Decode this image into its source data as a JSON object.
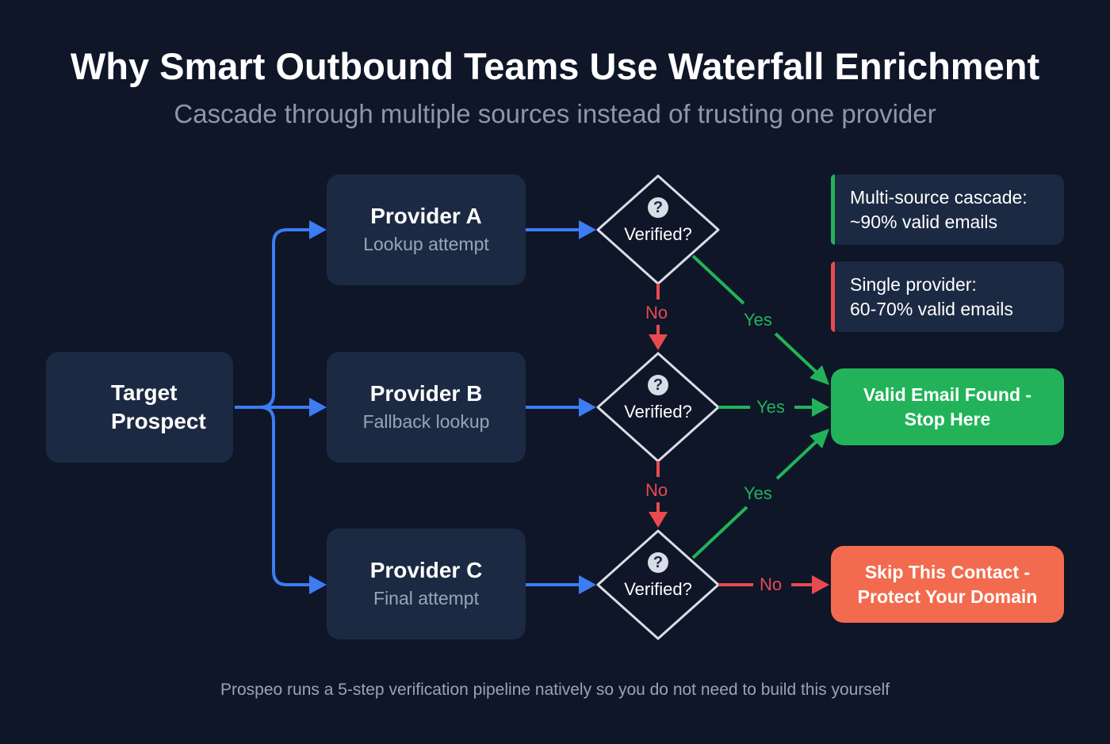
{
  "title": "Why Smart Outbound Teams Use Waterfall Enrichment",
  "subtitle": "Cascade through multiple sources instead of trusting one provider",
  "footer": "Prospeo runs a 5-step verification pipeline natively so you do not need to build this yourself",
  "colors": {
    "background": "#0e1628",
    "card": "#1c2942",
    "blue": "#3d7cf2",
    "green": "#22b35a",
    "red": "#e94a4f",
    "orange": "#f26b4e"
  },
  "start": {
    "line1": "Target",
    "line2": "Prospect",
    "icon": "user-circle-icon"
  },
  "providers": [
    {
      "title": "Provider A",
      "sub": "Lookup attempt"
    },
    {
      "title": "Provider B",
      "sub": "Fallback lookup"
    },
    {
      "title": "Provider C",
      "sub": "Final attempt"
    }
  ],
  "decision": {
    "label": "Verified?",
    "icon": "question-icon"
  },
  "edges": {
    "yes": "Yes",
    "no": "No"
  },
  "stats": [
    {
      "line1": "Multi-source cascade:",
      "line2": "~90% valid emails",
      "accent": "#22b35a"
    },
    {
      "line1": "Single provider:",
      "line2": "60-70% valid emails",
      "accent": "#e94a4f"
    }
  ],
  "outcomes": {
    "success": {
      "line1": "Valid Email Found -",
      "line2": "Stop Here"
    },
    "fail": {
      "line1": "Skip This Contact -",
      "line2": "Protect Your Domain"
    }
  }
}
